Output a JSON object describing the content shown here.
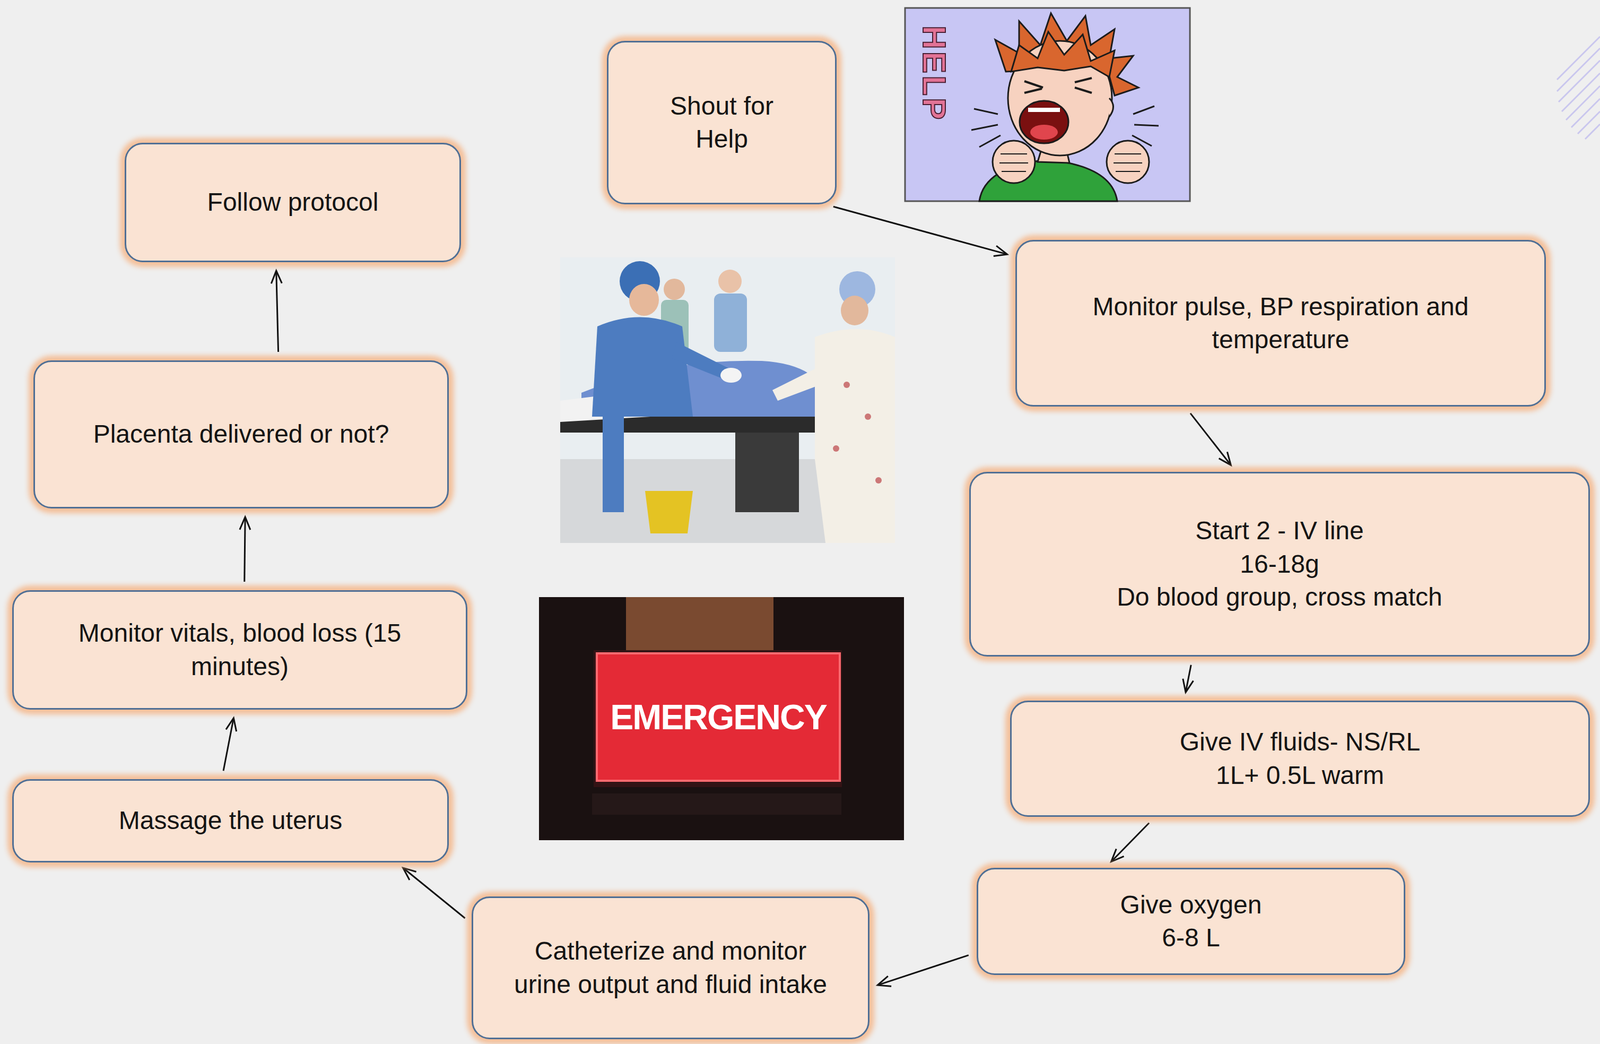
{
  "diagram": {
    "nodes": [
      {
        "text": [
          "Shout for Help"
        ]
      },
      {
        "text": [
          "Monitor pulse, BP respiration and temperature"
        ]
      },
      {
        "text": [
          "Start 2 - IV line",
          "16-18g",
          "Do blood group, cross match"
        ]
      },
      {
        "text": [
          "Give IV fluids- NS/RL",
          "1L+ 0.5L warm"
        ]
      },
      {
        "text": [
          "Give oxygen",
          "6-8 L"
        ]
      },
      {
        "text": [
          "Catheterize and monitor urine output and fluid intake"
        ]
      },
      {
        "text": [
          "Massage the uterus"
        ]
      },
      {
        "text": [
          "Monitor vitals, blood loss (15 minutes)"
        ]
      },
      {
        "text": [
          "Placenta delivered or not?"
        ]
      },
      {
        "text": [
          "Follow protocol"
        ]
      }
    ],
    "edges": [
      {
        "from": 0,
        "to": 1,
        "arrow": "to"
      },
      {
        "from": 1,
        "to": 2,
        "arrow": "to"
      },
      {
        "from": 2,
        "to": 3,
        "arrow": "to"
      },
      {
        "from": 3,
        "to": 4,
        "arrow": "to"
      },
      {
        "from": 4,
        "to": 5,
        "arrow": "to"
      },
      {
        "from": 5,
        "to": 6,
        "arrow": "to"
      },
      {
        "from": 6,
        "to": 7,
        "arrow": "to"
      },
      {
        "from": 7,
        "to": 8,
        "arrow": "to"
      },
      {
        "from": 8,
        "to": 9,
        "arrow": "to"
      }
    ],
    "labels": [
      "HELP",
      "EMERGENCY"
    ]
  }
}
